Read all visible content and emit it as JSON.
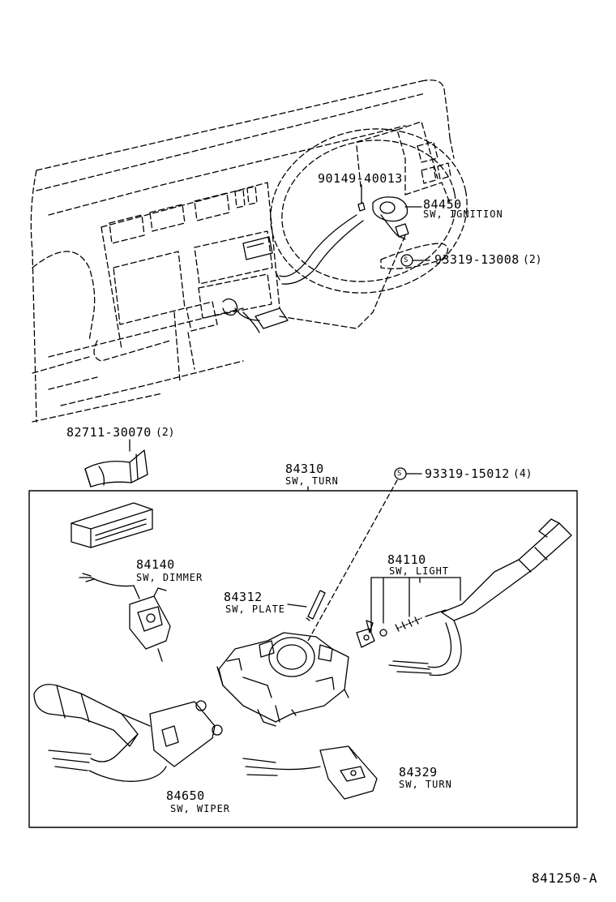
{
  "parts": {
    "bolt_top": {
      "number": "90149-40013"
    },
    "ignition": {
      "number": "84450",
      "name": "SW, IGNITION"
    },
    "screw_top": {
      "number": "93319-13008",
      "qty": "(2)"
    },
    "clamp": {
      "number": "82711-30070",
      "qty": "(2)"
    },
    "turn_assy": {
      "number": "84310",
      "name": "SW, TURN"
    },
    "screw_mid": {
      "number": "93319-15012",
      "qty": "(4)"
    },
    "dimmer": {
      "number": "84140",
      "name": "SW, DIMMER"
    },
    "plate": {
      "number": "84312",
      "name": "SW, PLATE"
    },
    "light": {
      "number": "84110",
      "name": "SW, LIGHT"
    },
    "wiper": {
      "number": "84650",
      "name": "SW, WIPER"
    },
    "turn_sub": {
      "number": "84329",
      "name": "SW, TURN"
    }
  },
  "screw_marker": "S",
  "drawing_code": "841250-A",
  "colors": {
    "ink": "#000000",
    "paper": "#ffffff"
  }
}
